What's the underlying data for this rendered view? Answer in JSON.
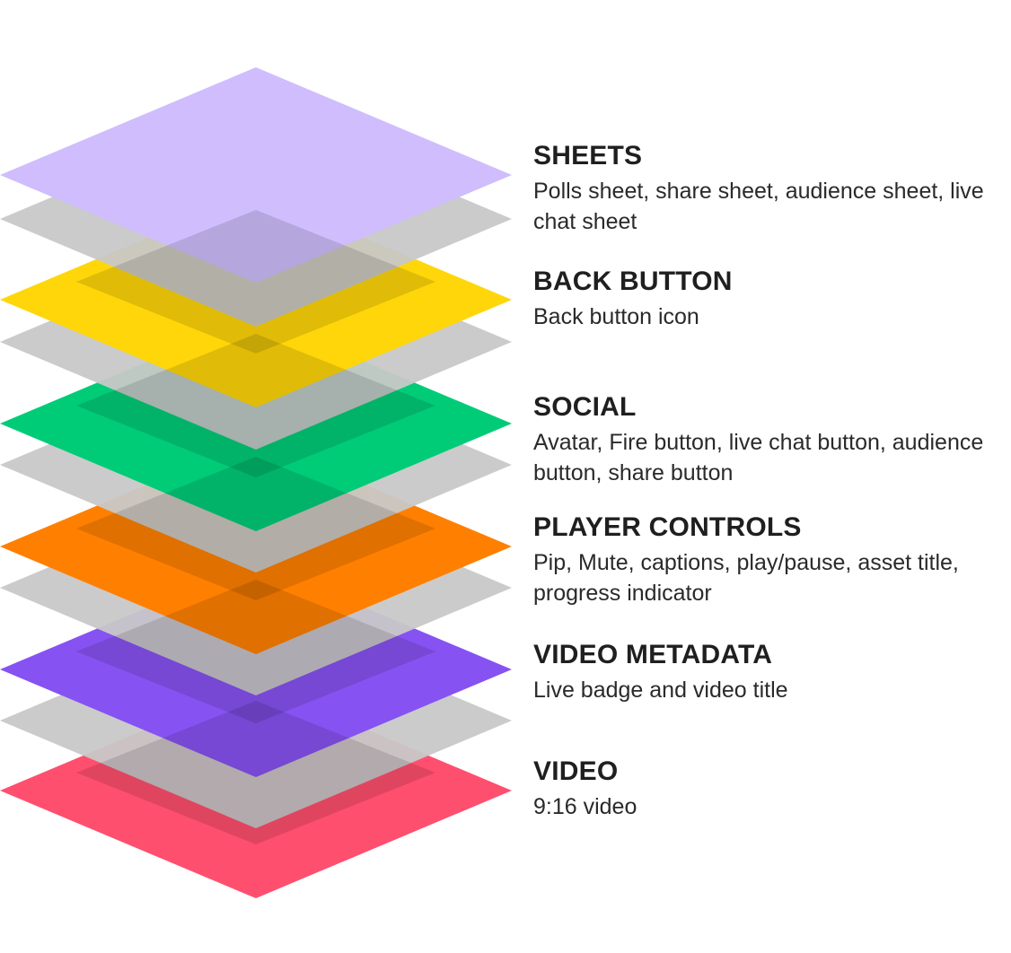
{
  "colors": {
    "sheets": "#cfbdfd",
    "back_button": "#ffd60a",
    "social": "#00cc78",
    "player_controls": "#ff8000",
    "video_metadata": "#8752f2",
    "video": "#ff4f6e",
    "separator": "#c8c8c8",
    "overlap": "#000000",
    "text": "#1f1f1f"
  },
  "layers": [
    {
      "key": "sheets",
      "title": "SHEETS",
      "desc": "Polls sheet, share sheet, audience sheet, live chat sheet"
    },
    {
      "key": "back_button",
      "title": "BACK BUTTON",
      "desc": "Back button icon"
    },
    {
      "key": "social",
      "title": "SOCIAL",
      "desc": "Avatar, Fire button, live chat button, audience button, share button"
    },
    {
      "key": "player_controls",
      "title": "PLAYER CONTROLS",
      "desc": "Pip, Mute, captions, play/pause, asset title, progress indicator"
    },
    {
      "key": "video_metadata",
      "title": "VIDEO METADATA",
      "desc": "Live badge and video title"
    },
    {
      "key": "video",
      "title": "VIDEO",
      "desc": "9:16 video"
    }
  ]
}
